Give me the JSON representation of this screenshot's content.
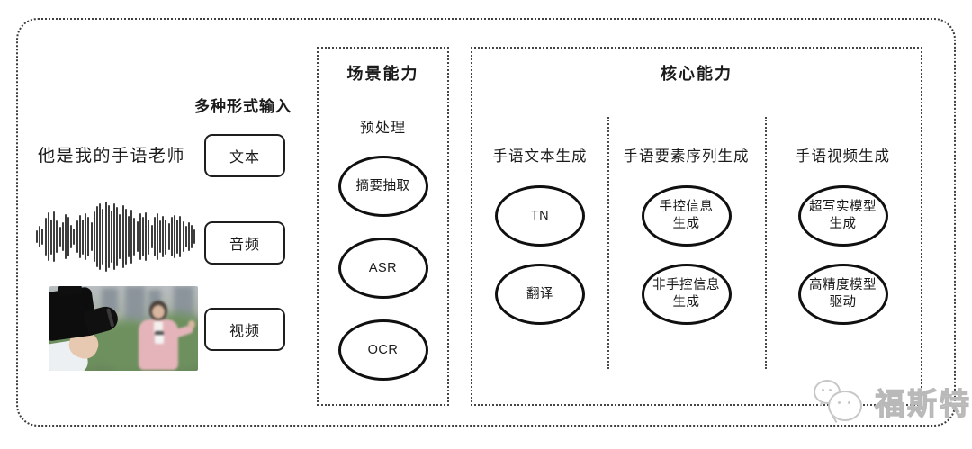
{
  "input_section": {
    "heading": "多种形式输入",
    "sample_text": "他是我的手语老师",
    "items": [
      {
        "label": "文本"
      },
      {
        "label": "音频"
      },
      {
        "label": "视频"
      }
    ],
    "waveform_amplitudes": [
      0.18,
      0.32,
      0.22,
      0.55,
      0.68,
      0.5,
      0.72,
      0.46,
      0.28,
      0.4,
      0.64,
      0.56,
      0.34,
      0.24,
      0.46,
      0.62,
      0.5,
      0.66,
      0.56,
      0.4,
      0.72,
      0.86,
      0.95,
      0.8,
      1.0,
      0.9,
      0.74,
      0.96,
      0.84,
      0.64,
      0.9,
      0.8,
      0.6,
      0.76,
      0.54,
      0.44,
      0.66,
      0.56,
      0.7,
      0.5,
      0.34,
      0.56,
      0.66,
      0.46,
      0.6,
      0.5,
      0.38,
      0.56,
      0.62,
      0.48,
      0.58,
      0.44,
      0.3,
      0.42,
      0.34,
      0.2
    ]
  },
  "scene_box": {
    "title": "场景能力",
    "subtitle": "预处理",
    "nodes": [
      {
        "label": "摘要抽取"
      },
      {
        "label": "ASR"
      },
      {
        "label": "OCR"
      }
    ]
  },
  "core_box": {
    "title": "核心能力",
    "columns": [
      {
        "header": "手语文本生成",
        "nodes": [
          {
            "label": "TN"
          },
          {
            "label": "翻译"
          }
        ]
      },
      {
        "header": "手语要素序列生成",
        "nodes": [
          {
            "label": "手控信息\n生成"
          },
          {
            "label": "非手控信息\n生成"
          }
        ]
      },
      {
        "header": "手语视频生成",
        "nodes": [
          {
            "label": "超写实模型\n生成"
          },
          {
            "label": "高精度模型\n驱动"
          }
        ]
      }
    ]
  },
  "watermark": {
    "text": "福斯特"
  },
  "colors": {
    "line": "#1a1a1a",
    "dotted_border": "#454545",
    "watermark": "#c7c7c7"
  }
}
